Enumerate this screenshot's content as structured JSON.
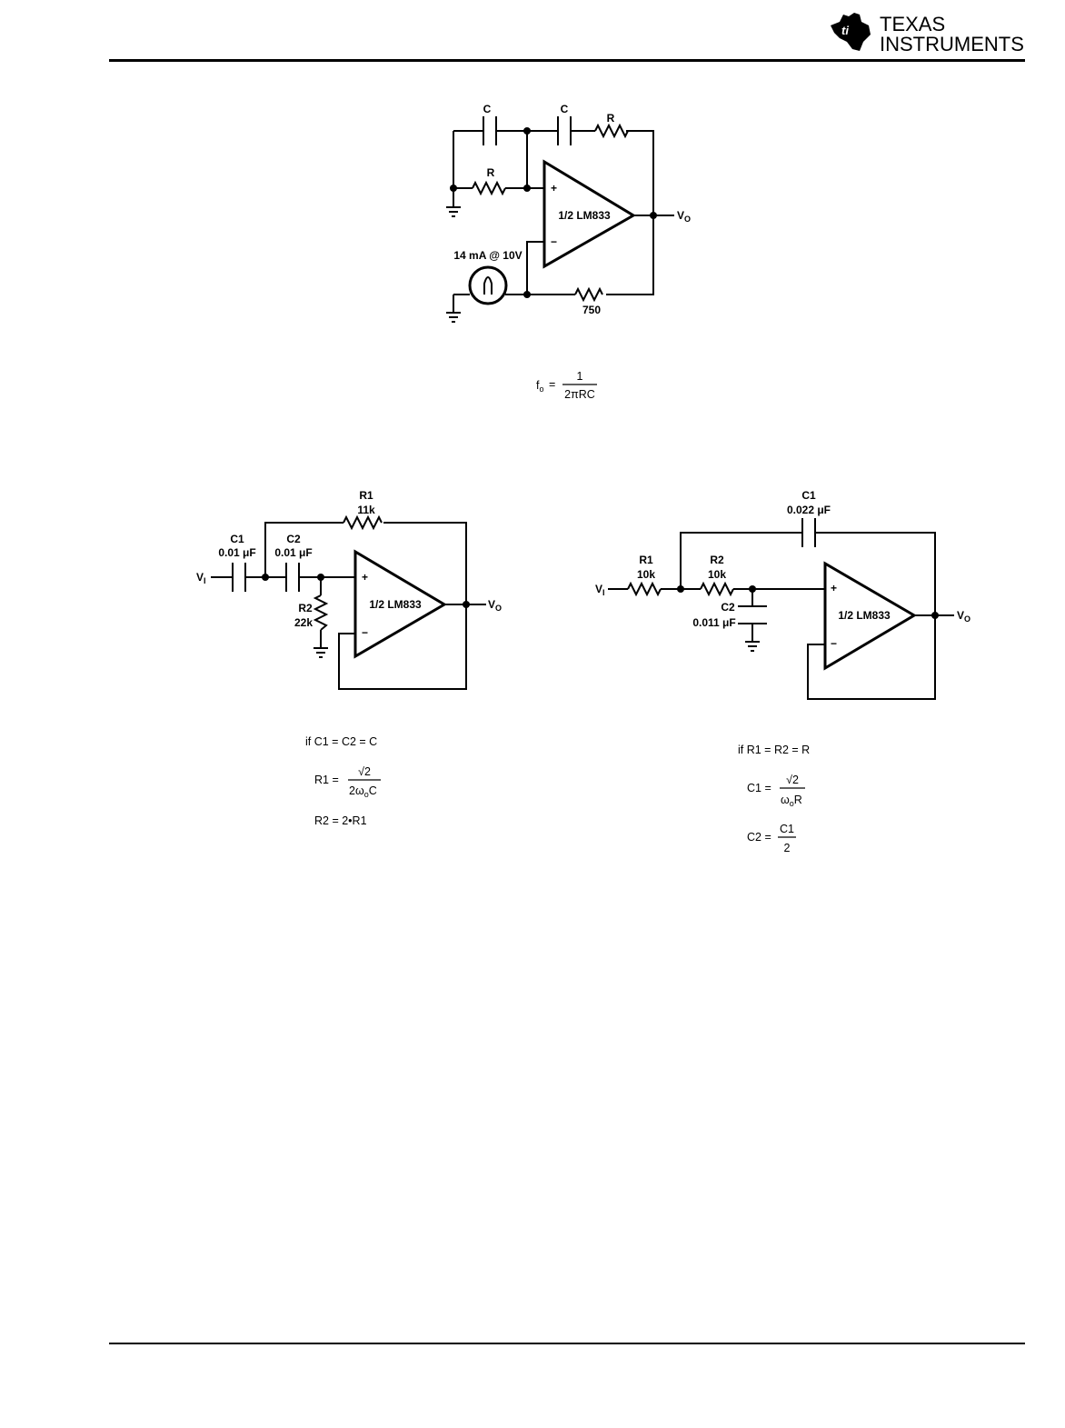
{
  "header": {
    "logo_line1": "TEXAS",
    "logo_line2": "INSTRUMENTS"
  },
  "circuit1": {
    "cap_top_left": "C",
    "cap_top_mid": "C",
    "res_top": "R",
    "res_left": "R",
    "lamp_label": "14 mA @ 10V",
    "res_feedback": "750",
    "opamp": "1/2 LM833",
    "plus": "+",
    "minus": "−",
    "output": "V",
    "output_sub": "O",
    "formula_lhs": "f",
    "formula_lhs_sub": "o",
    "formula_eq": "=",
    "formula_num": "1",
    "formula_den": "2πRC"
  },
  "circuit2": {
    "r1_name": "R1",
    "r1_value": "11k",
    "c1_name": "C1",
    "c1_value": "0.01 μF",
    "c2_name": "C2",
    "c2_value": "0.01 μF",
    "r2_name": "R2",
    "r2_value": "22k",
    "input": "V",
    "input_sub": "I",
    "output": "V",
    "output_sub": "O",
    "opamp": "1/2 LM833",
    "plus": "+",
    "minus": "−",
    "eq1": "if C1  =  C2  =  C",
    "eq2_lhs": "R1  =",
    "eq2_num": "√2",
    "eq2_den": "2ω",
    "eq2_den_sub": "o",
    "eq2_den_tail": "C",
    "eq3": "R2  =  2•R1"
  },
  "circuit3": {
    "c1_name": "C1",
    "c1_value": "0.022 μF",
    "r1_name": "R1",
    "r1_value": "10k",
    "r2_name": "R2",
    "r2_value": "10k",
    "c2_name": "C2",
    "c2_value": "0.011 μF",
    "input": "V",
    "input_sub": "I",
    "output": "V",
    "output_sub": "O",
    "opamp": "1/2 LM833",
    "plus": "+",
    "minus": "−",
    "eq1": "if R1  =  R2  =  R",
    "eq2_lhs": "C1  =",
    "eq2_num": "√2",
    "eq2_den": "ω",
    "eq2_den_sub": "o",
    "eq2_den_tail": "R",
    "eq3_lhs": "C2  =",
    "eq3_num": "C1",
    "eq3_den": "2"
  }
}
